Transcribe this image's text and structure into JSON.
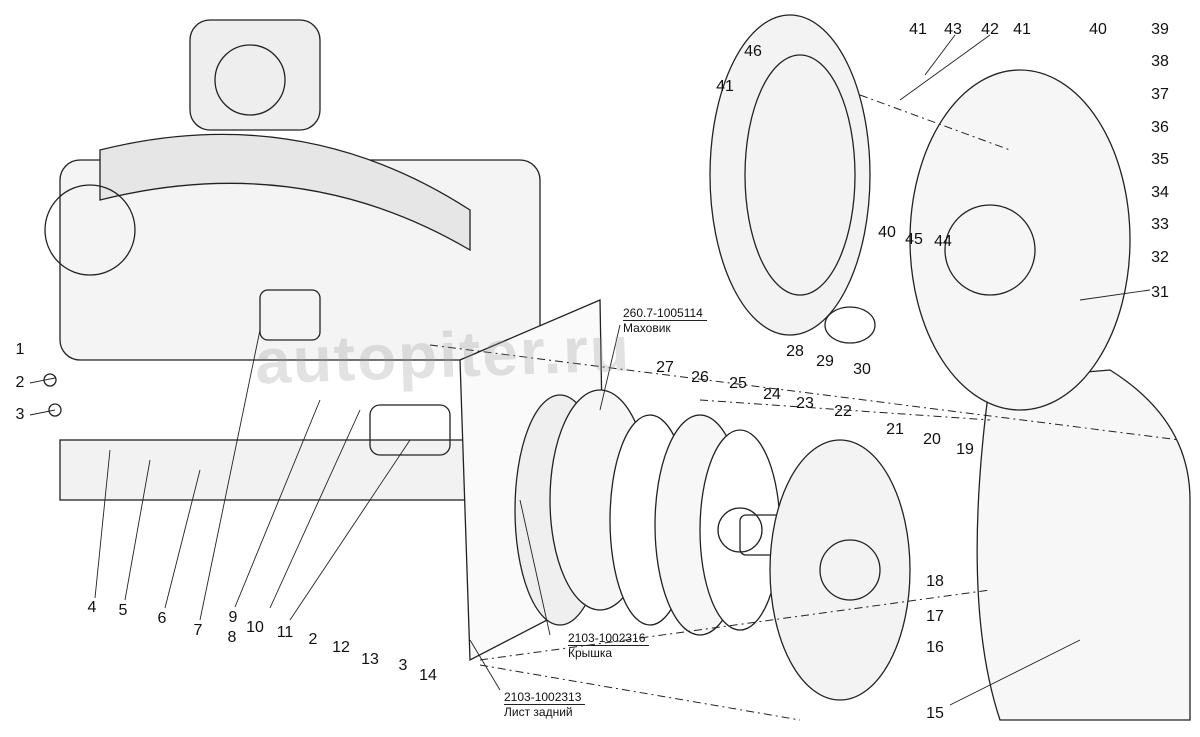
{
  "watermark": "autopiter.ru",
  "references": [
    {
      "code": "260.7-1005114",
      "name": "Маховик"
    },
    {
      "code": "2103-1002316",
      "name": "Крышка"
    },
    {
      "code": "2103-1002313",
      "name": "Лист задний"
    }
  ],
  "callouts": [
    "1",
    "2",
    "3",
    "4",
    "5",
    "6",
    "7",
    "8",
    "9",
    "10",
    "11",
    "2",
    "12",
    "13",
    "3",
    "14",
    "15",
    "16",
    "17",
    "18",
    "19",
    "20",
    "21",
    "22",
    "23",
    "24",
    "25",
    "26",
    "27",
    "28",
    "29",
    "30",
    "31",
    "32",
    "33",
    "34",
    "35",
    "36",
    "37",
    "38",
    "39",
    "40",
    "41",
    "42",
    "43",
    "41",
    "46",
    "41",
    "40",
    "45",
    "44"
  ]
}
